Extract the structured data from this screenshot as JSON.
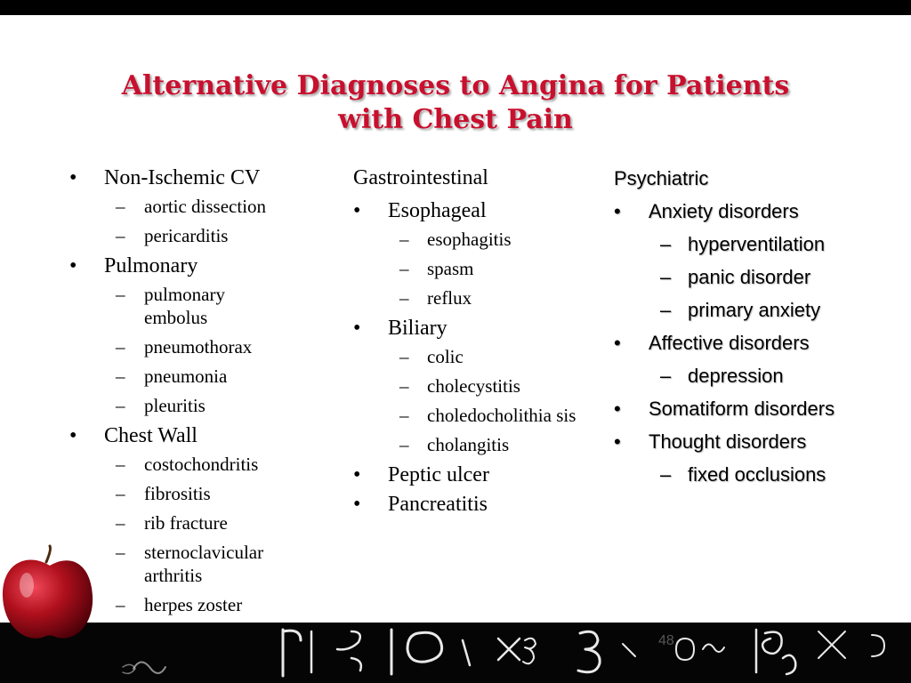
{
  "title": {
    "line1": "Alternative Diagnoses to Angina for Patients",
    "line2": "with Chest Pain"
  },
  "columns": {
    "col1": {
      "groups": [
        {
          "label": "Non-Ischemic CV",
          "items": [
            "aortic dissection",
            "pericarditis"
          ]
        },
        {
          "label": "Pulmonary",
          "items": [
            "pulmonary embolus",
            "pneumothorax",
            "pneumonia",
            "pleuritis"
          ]
        },
        {
          "label": "Chest Wall",
          "items": [
            "costochondritis",
            "fibrositis",
            "rib fracture",
            "sternoclavicular arthritis",
            "herpes zoster"
          ]
        }
      ]
    },
    "col2": {
      "header": "Gastrointestinal",
      "groups": [
        {
          "label": "Esophageal",
          "items": [
            "esophagitis",
            "spasm",
            "reflux"
          ]
        },
        {
          "label": "Biliary",
          "items": [
            "colic",
            "cholecystitis",
            "choledocholithia sis",
            "cholangitis"
          ]
        },
        {
          "label": "Peptic ulcer",
          "items": []
        },
        {
          "label": "Pancreatitis",
          "items": []
        }
      ]
    },
    "col3": {
      "header": "Psychiatric",
      "groups": [
        {
          "label": "Anxiety disorders",
          "items": [
            "hyperventilation",
            "panic disorder",
            "primary anxiety"
          ]
        },
        {
          "label": "Affective disorders",
          "items": [
            "depression"
          ]
        },
        {
          "label": "Somatiform disorders",
          "items": []
        },
        {
          "label": "Thought disorders",
          "items": [
            "fixed occlusions"
          ]
        }
      ]
    }
  },
  "bullet_glyph": "•",
  "dash_glyph": "–",
  "page_number": "48",
  "colors": {
    "title": "#c8102e",
    "band": "#050505",
    "apple": "#b0101c"
  },
  "decorations": {
    "apple": "apple-icon",
    "chalk": "chalkboard-math-band"
  }
}
